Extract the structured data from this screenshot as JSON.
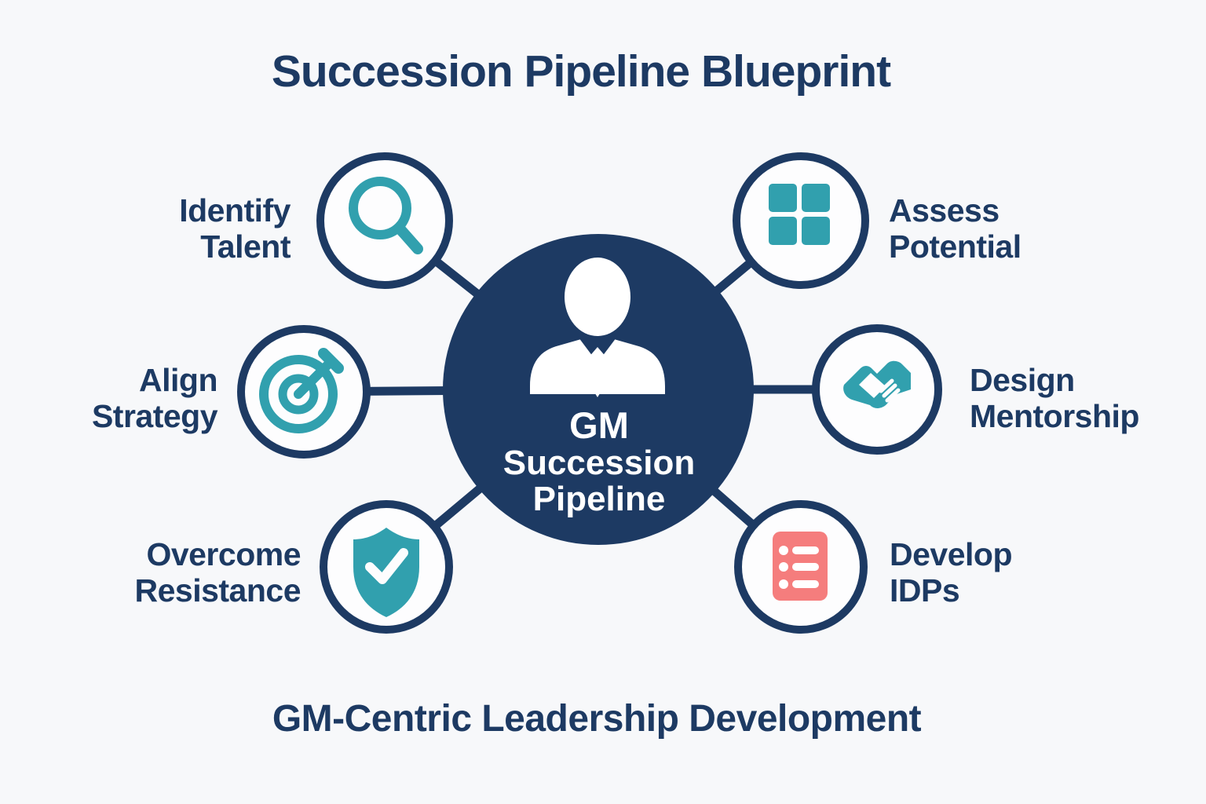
{
  "title": "Succession Pipeline Blueprint",
  "footer": "GM-Centric Leadership Development",
  "center": {
    "icon": "person-icon",
    "lines": [
      "GM",
      "Succession",
      "Pipeline"
    ]
  },
  "nodes": [
    {
      "id": "identify-talent",
      "icon": "magnifying-glass-icon",
      "lines": [
        "Identify",
        "Talent"
      ]
    },
    {
      "id": "assess-potential",
      "icon": "grid-icon",
      "lines": [
        "Assess",
        "Potential"
      ]
    },
    {
      "id": "align-strategy",
      "icon": "target-icon",
      "lines": [
        "Align",
        "Strategy"
      ]
    },
    {
      "id": "design-mentorship",
      "icon": "handshake-icon",
      "lines": [
        "Design",
        "Mentorship"
      ]
    },
    {
      "id": "overcome-resistance",
      "icon": "shield-check-icon",
      "lines": [
        "Overcome",
        "Resistance"
      ]
    },
    {
      "id": "develop-idps",
      "icon": "checklist-icon",
      "lines": [
        "Develop",
        "IDPs"
      ]
    }
  ],
  "colors": {
    "navy": "#1d3a63",
    "teal": "#31a0ae",
    "coral": "#f57d7d",
    "background": "#f7f8fa",
    "circle_fill": "#fdfdfe",
    "center_text": "#ffffff"
  }
}
